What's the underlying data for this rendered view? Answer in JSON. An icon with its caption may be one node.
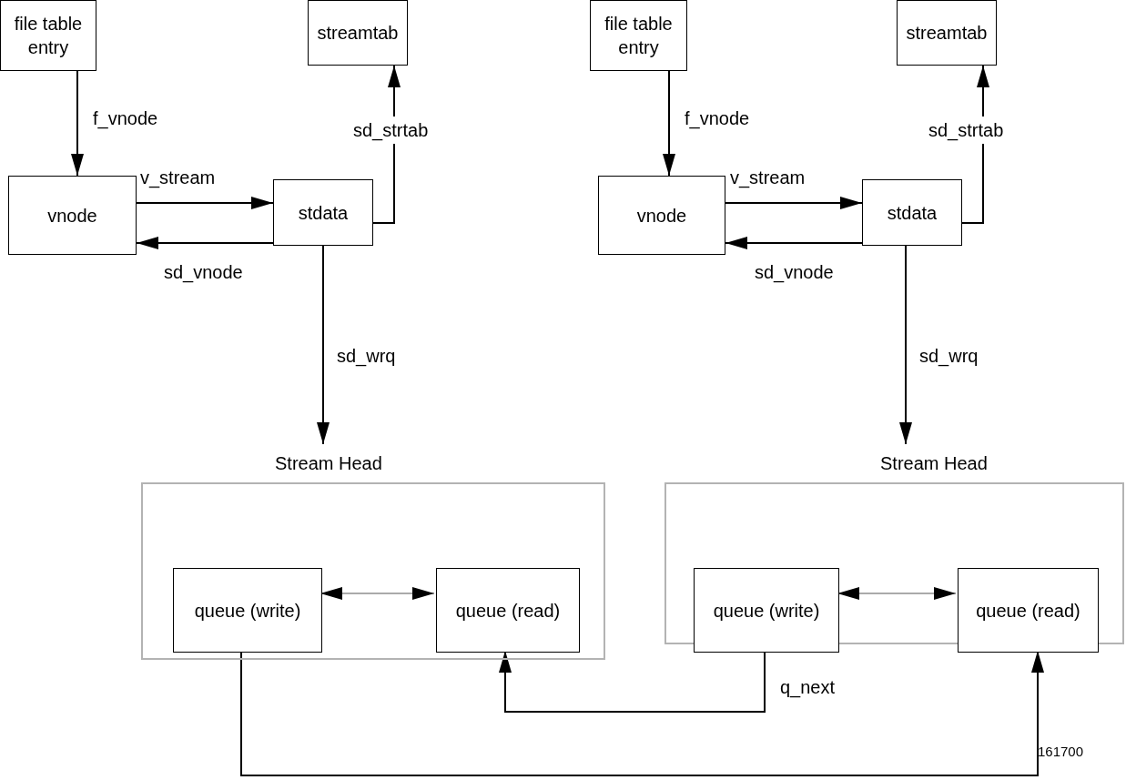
{
  "diagram": {
    "nodes": [
      {
        "text": [
          "file table entry"
        ]
      },
      {
        "text": [
          "vnode"
        ]
      },
      {
        "text": [
          "stdata"
        ]
      },
      {
        "text": [
          "streamtab"
        ]
      },
      {
        "text": [
          "Stream Head"
        ]
      },
      {
        "text": [
          "queue (write)"
        ],
        "in": 4
      },
      {
        "text": [
          "queue (read)"
        ],
        "in": 4
      },
      {
        "text": [
          "file table entry"
        ]
      },
      {
        "text": [
          "streamtab"
        ]
      },
      {
        "text": [
          "vnode"
        ]
      },
      {
        "text": [
          "stdata"
        ]
      },
      {
        "text": [
          "Stream Head"
        ]
      },
      {
        "text": [
          "queue (write)"
        ],
        "in": 11
      },
      {
        "text": [
          "queue (read)"
        ],
        "in": 11
      }
    ],
    "edges": [
      {
        "from": 0,
        "to": 1,
        "arrow": "to",
        "label": "f_vnode"
      },
      {
        "from": 1,
        "to": 2,
        "arrow": "to",
        "label": "v_stream"
      },
      {
        "from": 2,
        "to": 1,
        "arrow": "to",
        "label": "sd_vnode"
      },
      {
        "from": 2,
        "to": 3,
        "arrow": "to",
        "label": "sd_strtab"
      },
      {
        "from": 2,
        "to": 4,
        "arrow": "to",
        "label": "sd_wrq"
      },
      {
        "from": 5,
        "to": 6,
        "arrow": "both",
        "color": "#aaaaaa"
      },
      {
        "from": 7,
        "to": 9,
        "arrow": "to",
        "label": "f_vnode"
      },
      {
        "from": 9,
        "to": 10,
        "arrow": "to",
        "label": "v_stream"
      },
      {
        "from": 10,
        "to": 9,
        "arrow": "to",
        "label": "sd_vnode"
      },
      {
        "from": 10,
        "to": 8,
        "arrow": "to",
        "label": "sd_strtab"
      },
      {
        "from": 10,
        "to": 11,
        "arrow": "to",
        "label": "sd_wrq"
      },
      {
        "from": 12,
        "to": 13,
        "arrow": "both",
        "color": "#aaaaaa"
      },
      {
        "from": 12,
        "to": 6,
        "arrow": "to",
        "label": "q_next"
      },
      {
        "from": 5,
        "to": 13,
        "arrow": "to"
      }
    ],
    "labels": [
      "161700"
    ]
  }
}
